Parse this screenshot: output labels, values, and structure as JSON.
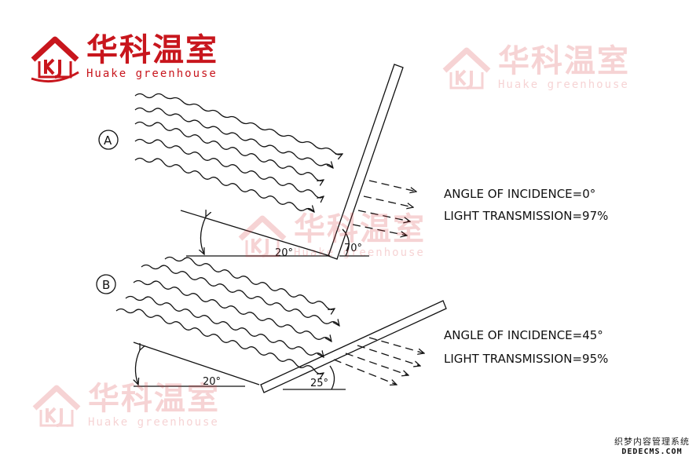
{
  "logo": {
    "name_cn": "华科温室",
    "name_en": "Huake greenhouse",
    "brand_color": "#c8161d",
    "icon": "house-kj-logo-icon"
  },
  "diagram_a": {
    "label": "A",
    "panel_angle": "70°",
    "ground_angle": "20°",
    "caption_line1": "ANGLE OF INCIDENCE=0°",
    "caption_line2": "LIGHT TRANSMISSION=97%"
  },
  "diagram_b": {
    "label": "B",
    "panel_angle": "25°",
    "ground_angle": "20°",
    "caption_line1": "ANGLE OF INCIDENCE=45°",
    "caption_line2": "LIGHT TRANSMISSION=95%"
  },
  "corner_watermark": {
    "line1": "织梦内容管理系统",
    "line2": "DEDECMS.COM"
  }
}
